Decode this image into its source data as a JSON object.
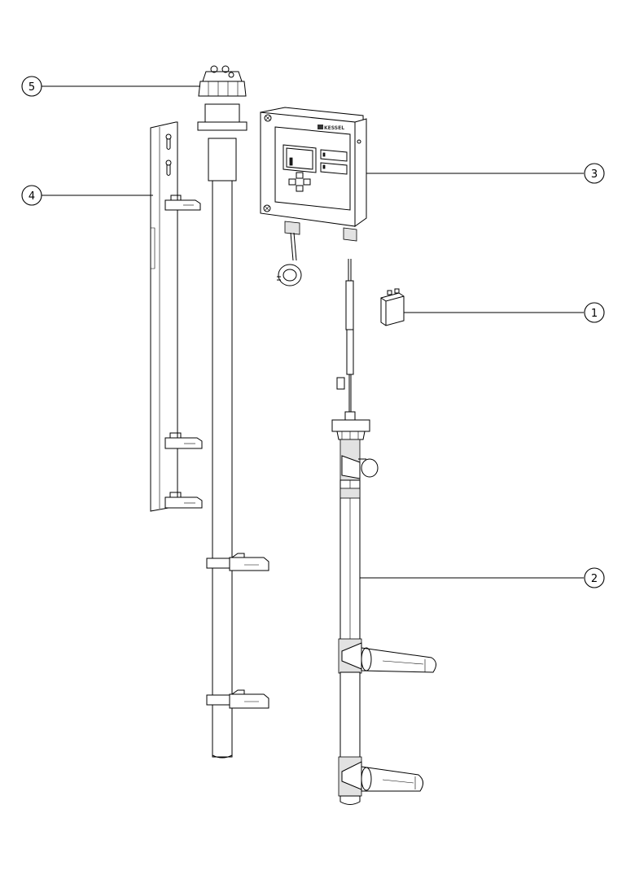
{
  "brand": "KESSEL",
  "callouts": [
    {
      "id": "1",
      "label": "1"
    },
    {
      "id": "2",
      "label": "2"
    },
    {
      "id": "3",
      "label": "3"
    },
    {
      "id": "4",
      "label": "4"
    },
    {
      "id": "5",
      "label": "5"
    }
  ]
}
